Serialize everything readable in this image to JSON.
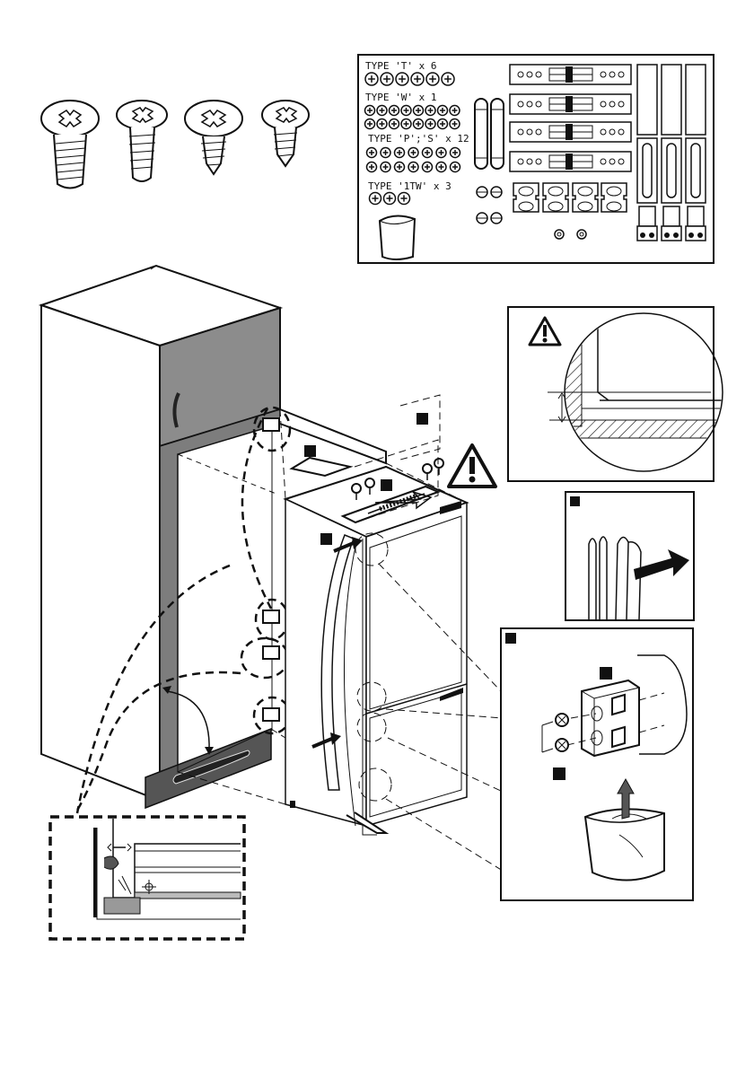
{
  "kit_panel": {
    "type_t": "TYPE 'T' x 6",
    "type_w": "TYPE 'W' x 1",
    "type_ps": "TYPE 'P';'S' x 12",
    "type_1tw": "TYPE '1TW' x 3"
  },
  "colors": {
    "cabinet_door": "#8c8c8c",
    "plinth": "#555555",
    "cabinet_side": "#7d7d7d",
    "line": "#111111"
  },
  "icons": [
    "screw-icon",
    "warning-icon",
    "arrow-icon",
    "bag-icon",
    "hinge-icon",
    "rail-icon"
  ]
}
